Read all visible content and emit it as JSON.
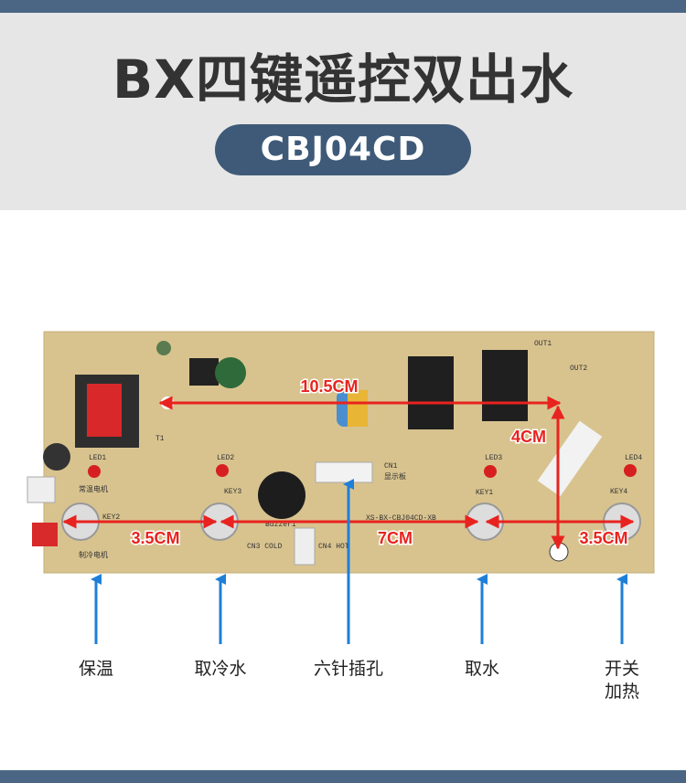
{
  "header": {
    "title": "BX四键遥控双出水",
    "model": "CBJ04CD"
  },
  "measurements": {
    "top_span": "10.5CM",
    "vertical": "4CM",
    "left_keys": "3.5CM",
    "middle_keys": "7CM",
    "right_keys": "3.5CM"
  },
  "silkscreen": {
    "board_id": "XS-BX-CBJ04CD-XB",
    "key1": "KEY1",
    "key2": "KEY2",
    "key3": "KEY3",
    "key4": "KEY4",
    "led1": "LED1",
    "led2": "LED2",
    "led3": "LED3",
    "led4": "LED4",
    "cn1": "CN1",
    "display": "显示板",
    "buzzer": "Buzzer1",
    "t1": "T1",
    "cn3": "CN3 COLD",
    "cn4": "CN4 HOT",
    "motor1": "常温电机",
    "motor2": "制冷电机",
    "out1": "OUT1",
    "out2": "OUT2"
  },
  "labels": {
    "keep_warm": "保温",
    "cold_water": "取冷水",
    "six_pin": "六针插孔",
    "water": "取水",
    "switch_line1": "开关",
    "switch_line2": "加热"
  },
  "colors": {
    "accent": "#3e5a78",
    "arrow_red": "#e8231f",
    "pointer_blue": "#1e7fd8",
    "pcb": "#d8c38f"
  }
}
